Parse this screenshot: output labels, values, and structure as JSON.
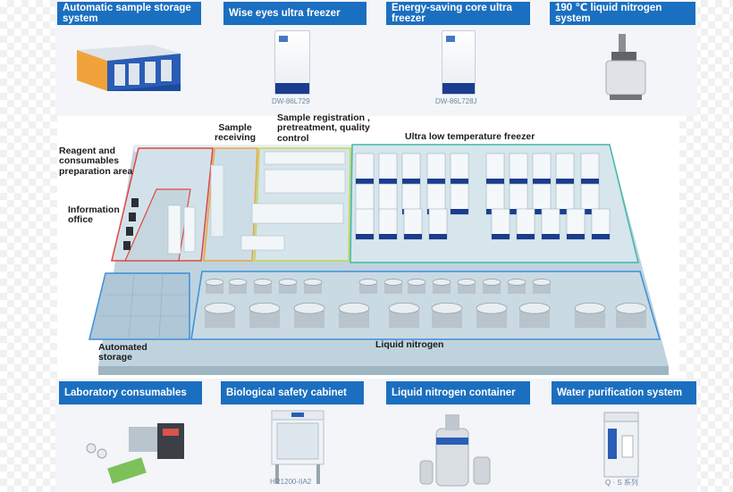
{
  "top_products": [
    {
      "label": "Automatic sample storage system",
      "caption": ""
    },
    {
      "label": "Wise eyes ultra freezer",
      "caption": "DW-86L729"
    },
    {
      "label": "Energy-saving core ultra freezer",
      "caption": "DW-86L728J"
    },
    {
      "label": "190 ℃ liquid nitrogen system",
      "caption": ""
    }
  ],
  "areas": {
    "reagent": "Reagent and consumables preparation area",
    "sample_receiving": "Sample receiving",
    "registration": "Sample registration , pretreatment, quality control",
    "ult_freezer": "Ultra low temperature freezer",
    "information": "Information office",
    "automated_storage": "Automated storage",
    "liquid_nitrogen": "Liquid nitrogen"
  },
  "bottom_products": [
    {
      "label": "Laboratory consumables",
      "caption": ""
    },
    {
      "label": "Biological safety cabinet",
      "caption": "HR1200-IIA2"
    },
    {
      "label": "Liquid nitrogen container",
      "caption": ""
    },
    {
      "label": "Water purification system",
      "caption": "Q · S 系列"
    }
  ],
  "colors": {
    "label_bg": "#1b6fc0",
    "reagent_outline": "#e0473f",
    "receiving_outline": "#f0a43a",
    "registration_outline": "#c6d84a",
    "freezer_outline": "#3fb8a8",
    "storage_outline": "#3b8fdc",
    "floor": "#c6d9e3",
    "freezer_blue": "#1a3d8f"
  }
}
